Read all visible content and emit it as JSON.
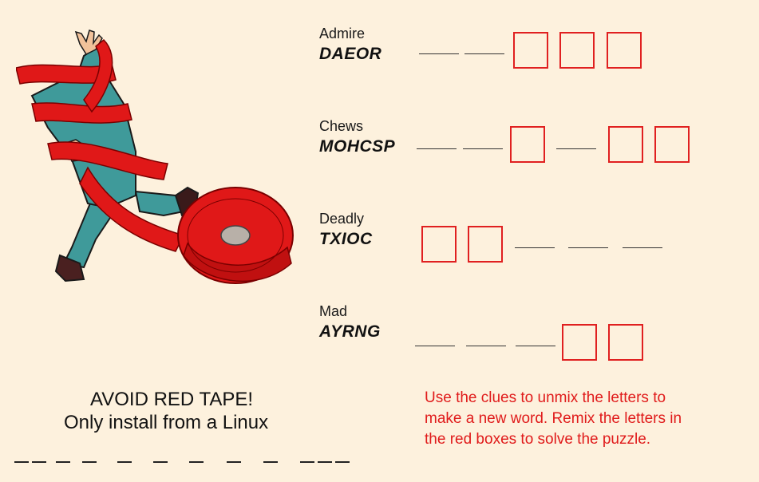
{
  "clues": [
    {
      "hint": "Admire",
      "letters": "DAEOR"
    },
    {
      "hint": "Chews",
      "letters": "MOHCSP"
    },
    {
      "hint": "Deadly",
      "letters": "TXIOC"
    },
    {
      "hint": "Mad",
      "letters": "AYRNG"
    }
  ],
  "puzzle": {
    "title": "AVOID RED TAPE!",
    "riddle": "Only install from a Linux"
  },
  "instructions": {
    "line1": "Use the clues to unmix the letters to",
    "line2": "make a new word. Remix the letters in",
    "line3": "the red boxes to solve the puzzle."
  },
  "colors": {
    "background": "#fdf1dd",
    "box_red": "#e02020",
    "instruction_red": "#e01b1b"
  },
  "illustration": {
    "icon": "man-tangled-in-red-tape"
  }
}
